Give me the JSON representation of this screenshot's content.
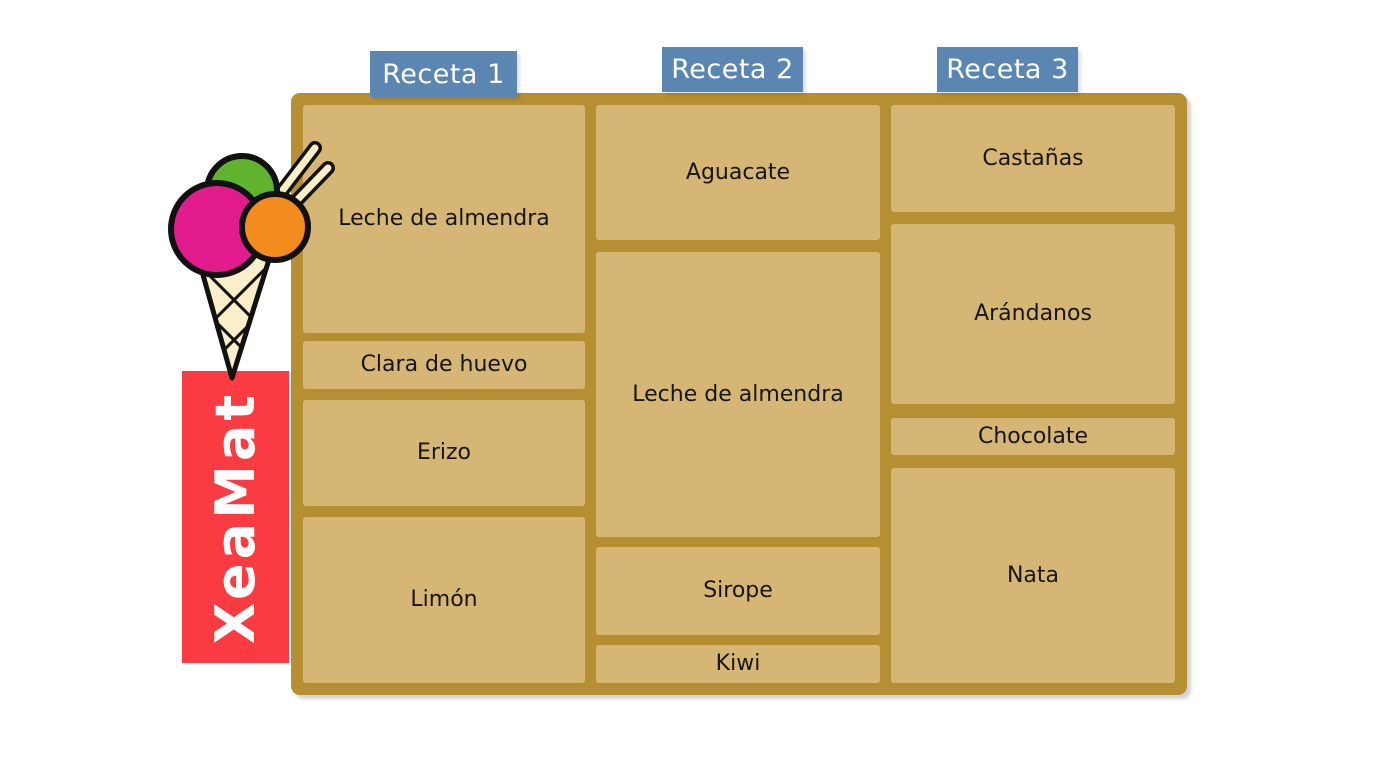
{
  "brand": {
    "name": "XeaMat",
    "banner_color": "#FA3B42",
    "logo_icon": "ice-cream-cone-icon",
    "logo_colors": {
      "scoop_left": "#E31C8D",
      "scoop_top": "#5FB32F",
      "scoop_right": "#F28C1E",
      "cone": "#FAEFC8",
      "outline": "#111111"
    }
  },
  "board": {
    "frame_color": "#B78F33",
    "cell_color": "#D6B675",
    "header_color": "#5B86B1",
    "header_text_color": "#FFFFFF",
    "label_text_color": "#161616"
  },
  "recipes": [
    {
      "header": "Receta 1",
      "ingredients": [
        {
          "label": "Leche de almendra",
          "relative_size": 0.42
        },
        {
          "label": "Clara de huevo",
          "relative_size": 0.09
        },
        {
          "label": "Erizo",
          "relative_size": 0.19
        },
        {
          "label": "Limón",
          "relative_size": 0.3
        }
      ]
    },
    {
      "header": "Receta 2",
      "ingredients": [
        {
          "label": "Aguacate",
          "relative_size": 0.25
        },
        {
          "label": "Leche de almendra",
          "relative_size": 0.52
        },
        {
          "label": "Sirope",
          "relative_size": 0.16
        },
        {
          "label": "Kiwi",
          "relative_size": 0.07
        }
      ]
    },
    {
      "header": "Receta 3",
      "ingredients": [
        {
          "label": "Castañas",
          "relative_size": 0.2
        },
        {
          "label": "Arándanos",
          "relative_size": 0.33
        },
        {
          "label": "Chocolate",
          "relative_size": 0.07
        },
        {
          "label": "Nata",
          "relative_size": 0.4
        }
      ]
    }
  ]
}
